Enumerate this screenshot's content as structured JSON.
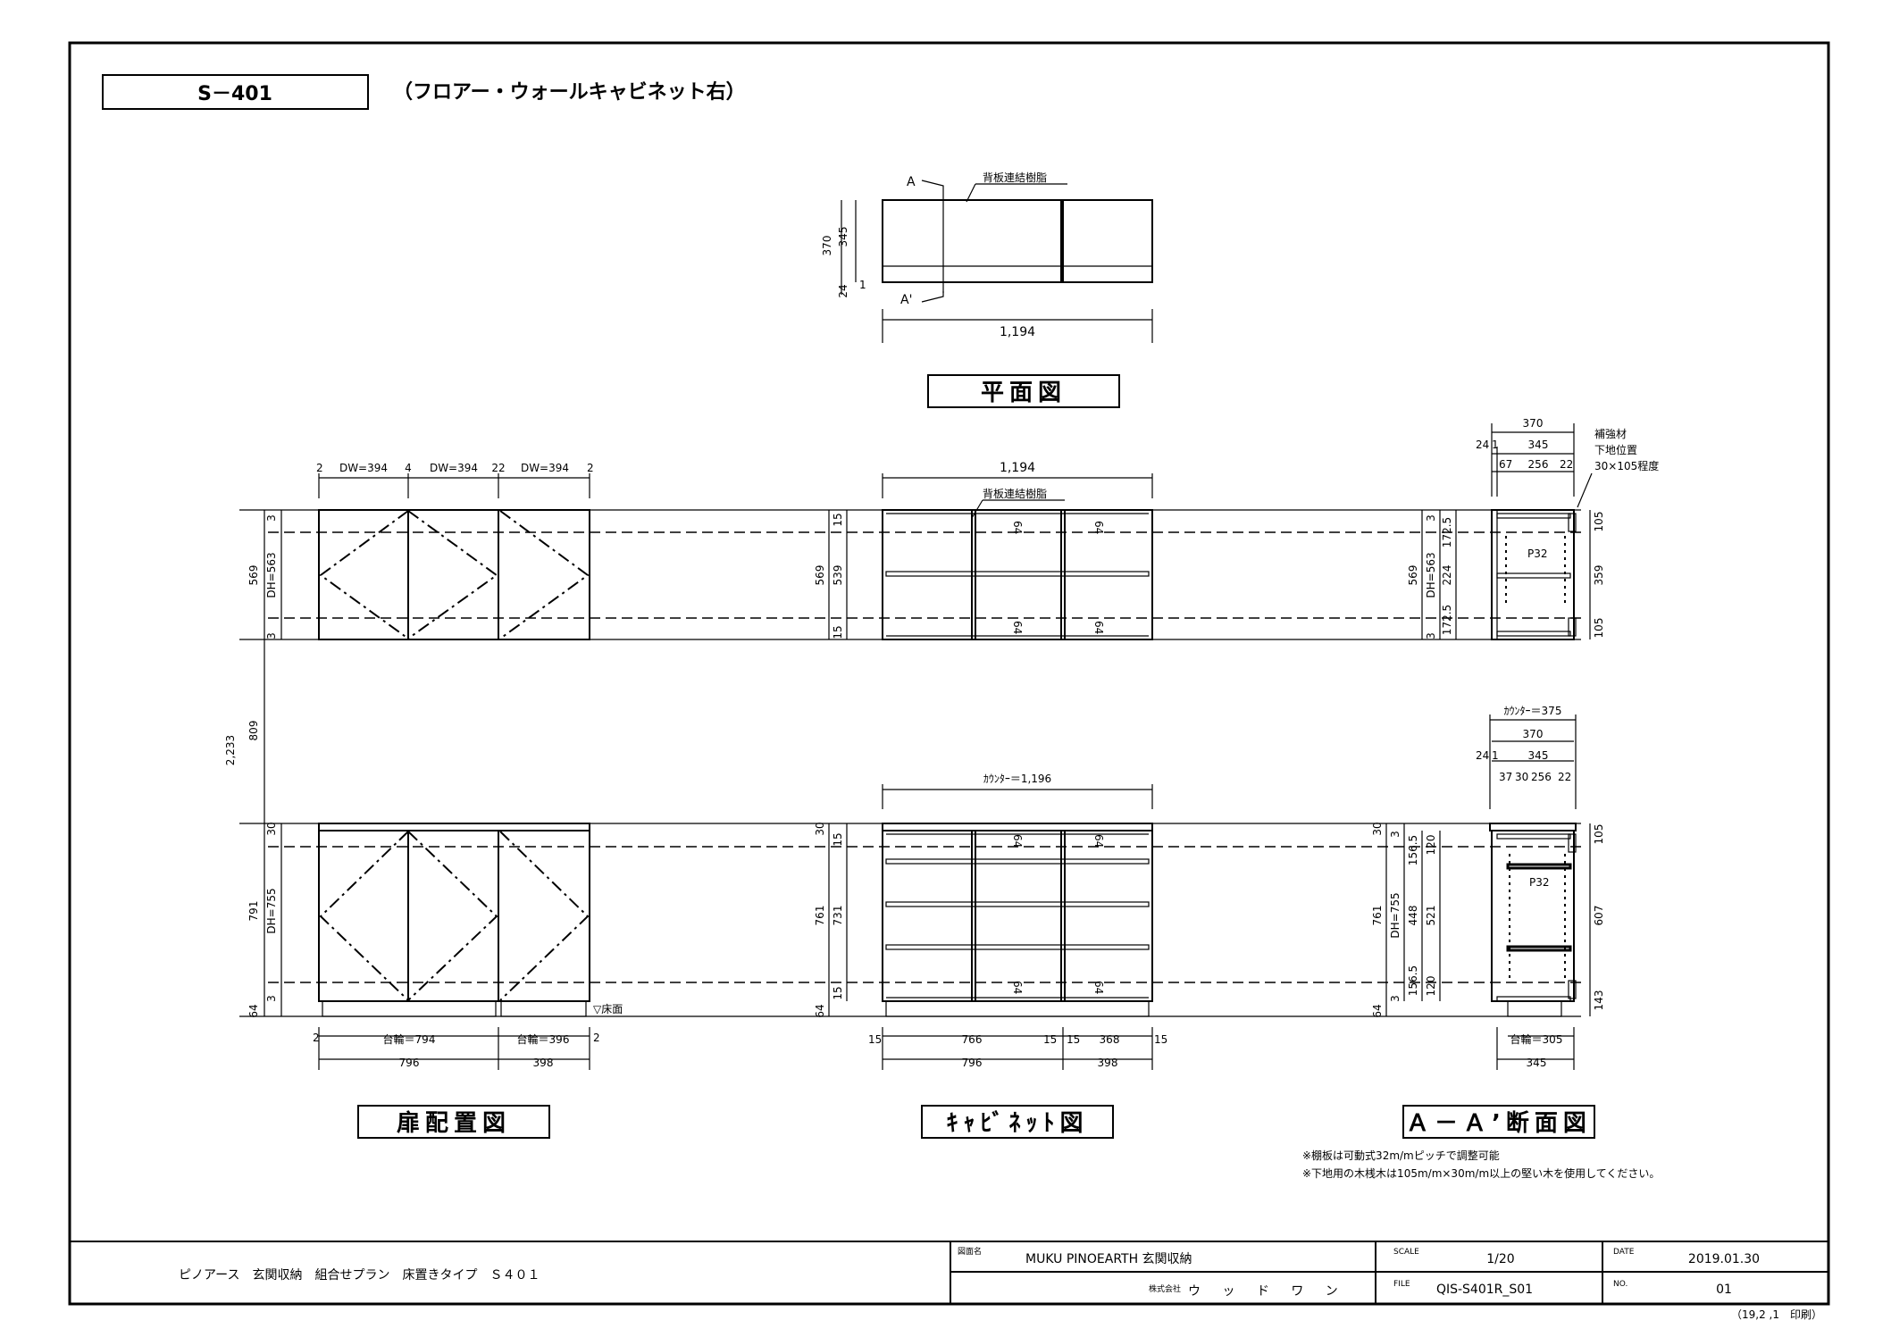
{
  "header": {
    "drawing_no": "S－401",
    "title": "（フロアー・ウォールキャビネット右）"
  },
  "plan": {
    "label_a": "A",
    "label_a2": "A'",
    "back_panel": "背板連結樹脂",
    "dim_370": "370",
    "dim_345": "345",
    "dim_24": "24",
    "dim_1": "1",
    "width": "1,194",
    "title": "平面図"
  },
  "door_view": {
    "top_dims": [
      "2",
      "DW=394",
      "4",
      "DW=394",
      "22",
      "DW=394",
      "2"
    ],
    "wall_569": "569",
    "wall_dh": "DH=563",
    "wall_gap3a": "3",
    "wall_gap3b": "3",
    "overall": "2,233",
    "gap": "809",
    "floor_791": "791",
    "floor_dh": "DH=755",
    "floor_30": "30",
    "floor_3": "3",
    "floor_64": "64",
    "floor_mark": "▽床面",
    "bot_2a": "2",
    "base1": "台輪＝794",
    "base2": "台輪＝396",
    "bot_2b": "2",
    "w1": "796",
    "w2": "398",
    "title": "扉配置図"
  },
  "cabinet_view": {
    "top_width": "1,194",
    "back_panel": "背板連結樹脂",
    "wall_15a": "15",
    "wall_569": "569",
    "wall_539": "539",
    "wall_15b": "15",
    "mark_64": "64",
    "counter": "ｶｳﾝﾀｰ＝1,196",
    "floor_30": "30",
    "floor_15a": "15",
    "floor_761": "761",
    "floor_731": "731",
    "floor_15b": "15",
    "floor_64": "64",
    "bot_dims": [
      "15",
      "766",
      "15",
      "15",
      "368",
      "15"
    ],
    "w1": "796",
    "w2": "398",
    "title": "ｷｬﾋﾞﾈｯﾄ図"
  },
  "section_view": {
    "top_370": "370",
    "top_24": "24",
    "top_1": "1",
    "top_345": "345",
    "top_67": "67",
    "top_256": "256",
    "top_22": "22",
    "note1": "補強材",
    "note2": "下地位置",
    "note3": "30×105程度",
    "wall_569": "569",
    "wall_dh": "DH=563",
    "wall_3a": "3",
    "wall_3b": "3",
    "wall_1725a": "172.5",
    "wall_224": "224",
    "wall_1725b": "172.5",
    "p32": "P32",
    "wall_105a": "105",
    "wall_359": "359",
    "wall_105b": "105",
    "counter": "ｶｳﾝﾀｰ＝375",
    "mid_370": "370",
    "mid_24": "24",
    "mid_1": "1",
    "mid_345": "345",
    "mid_37": "37",
    "mid_30": "30",
    "mid_256": "256",
    "mid_22": "22",
    "floor_30": "30",
    "floor_3a": "3",
    "floor_761": "761",
    "floor_dh": "DH=755",
    "floor_1565a": "156.5",
    "floor_448": "448",
    "floor_1565b": "156.5",
    "floor_3b": "3",
    "floor_64": "64",
    "floor_120a": "120",
    "floor_521": "521",
    "floor_120b": "120",
    "floor_105": "105",
    "floor_607": "607",
    "floor_143": "143",
    "base": "台輪＝305",
    "w": "345",
    "title": "Ａ－Ａ’断面図"
  },
  "notes": [
    "※棚板は可動式32m/mピッチで調整可能",
    "※下地用の木桟木は105m/m×30m/m以上の堅い木を使用してください。"
  ],
  "title_block": {
    "project": "ピノアース　玄関収納　組合せプラン　床置きタイプ　Ｓ４０１",
    "drawing_name_label": "図面名",
    "drawing_name": "MUKU PINOEARTH 玄関収納",
    "company_label": "株式会社",
    "company": "ウ ッ ド ワ ン",
    "scale_label": "SCALE",
    "scale": "1/20",
    "file_label": "FILE",
    "file": "QIS-S401R_S01",
    "date_label": "DATE",
    "date": "2019.01.30",
    "no_label": "NO.",
    "no": "01",
    "printed": "（19,2 ,1　印刷）"
  }
}
